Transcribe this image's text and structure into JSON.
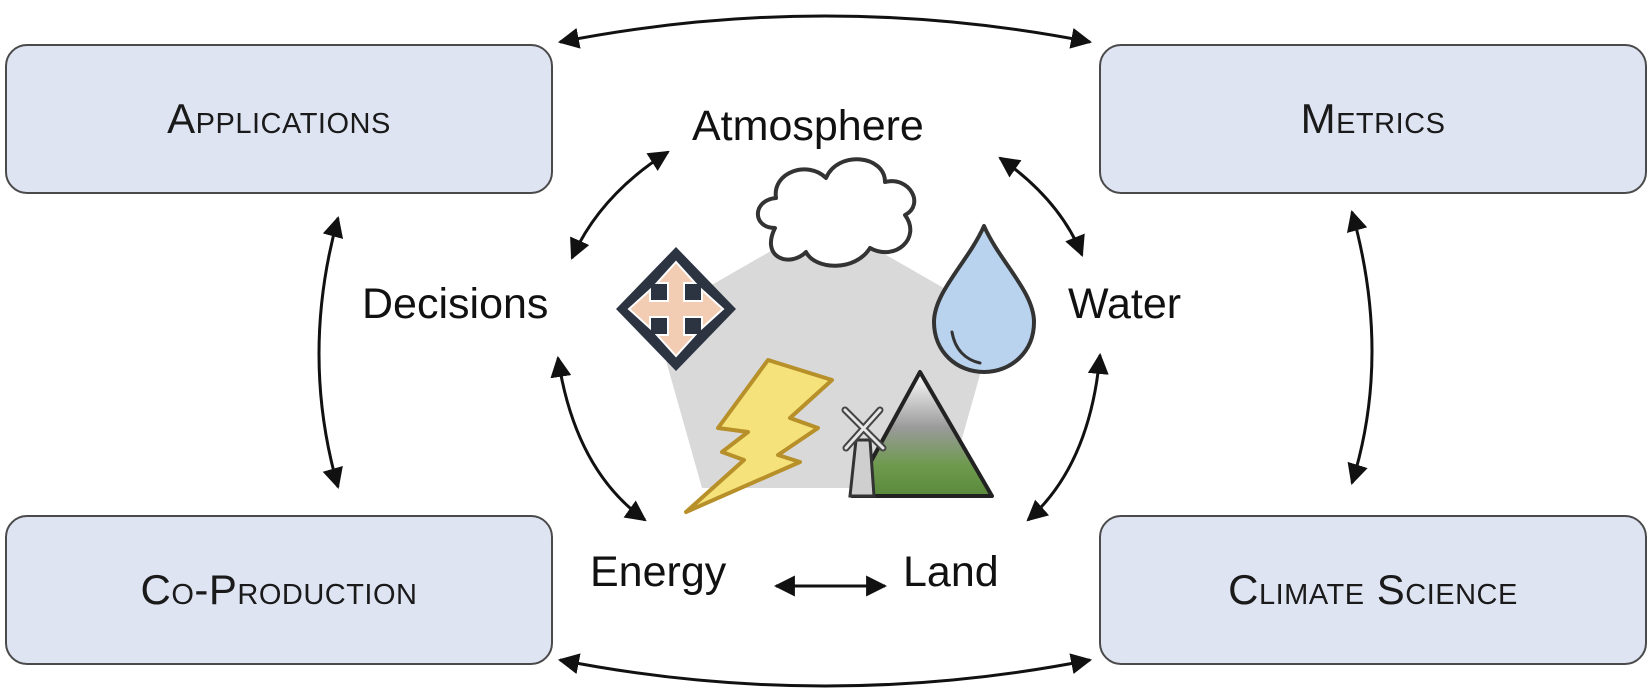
{
  "boxes": {
    "applications": "Applications",
    "metrics": "Metrics",
    "coproduction": "Co-Production",
    "climate_science": "Climate Science"
  },
  "nodes": {
    "atmosphere": "Atmosphere",
    "decisions": "Decisions",
    "water": "Water",
    "energy": "Energy",
    "land": "Land"
  },
  "icons": [
    "cloud-icon",
    "water-drop-icon",
    "decisions-arrows-icon",
    "lightning-icon",
    "mountain-windmill-icon"
  ],
  "colors": {
    "box_fill": "#dfe4f3",
    "pentagon": "#d9d9d9",
    "drop_fill": "#b9d3ee",
    "decisions_fill": "#f3cdb3",
    "lightning_fill": "#f5e27a",
    "mountain_green": "#6e9a4e"
  }
}
